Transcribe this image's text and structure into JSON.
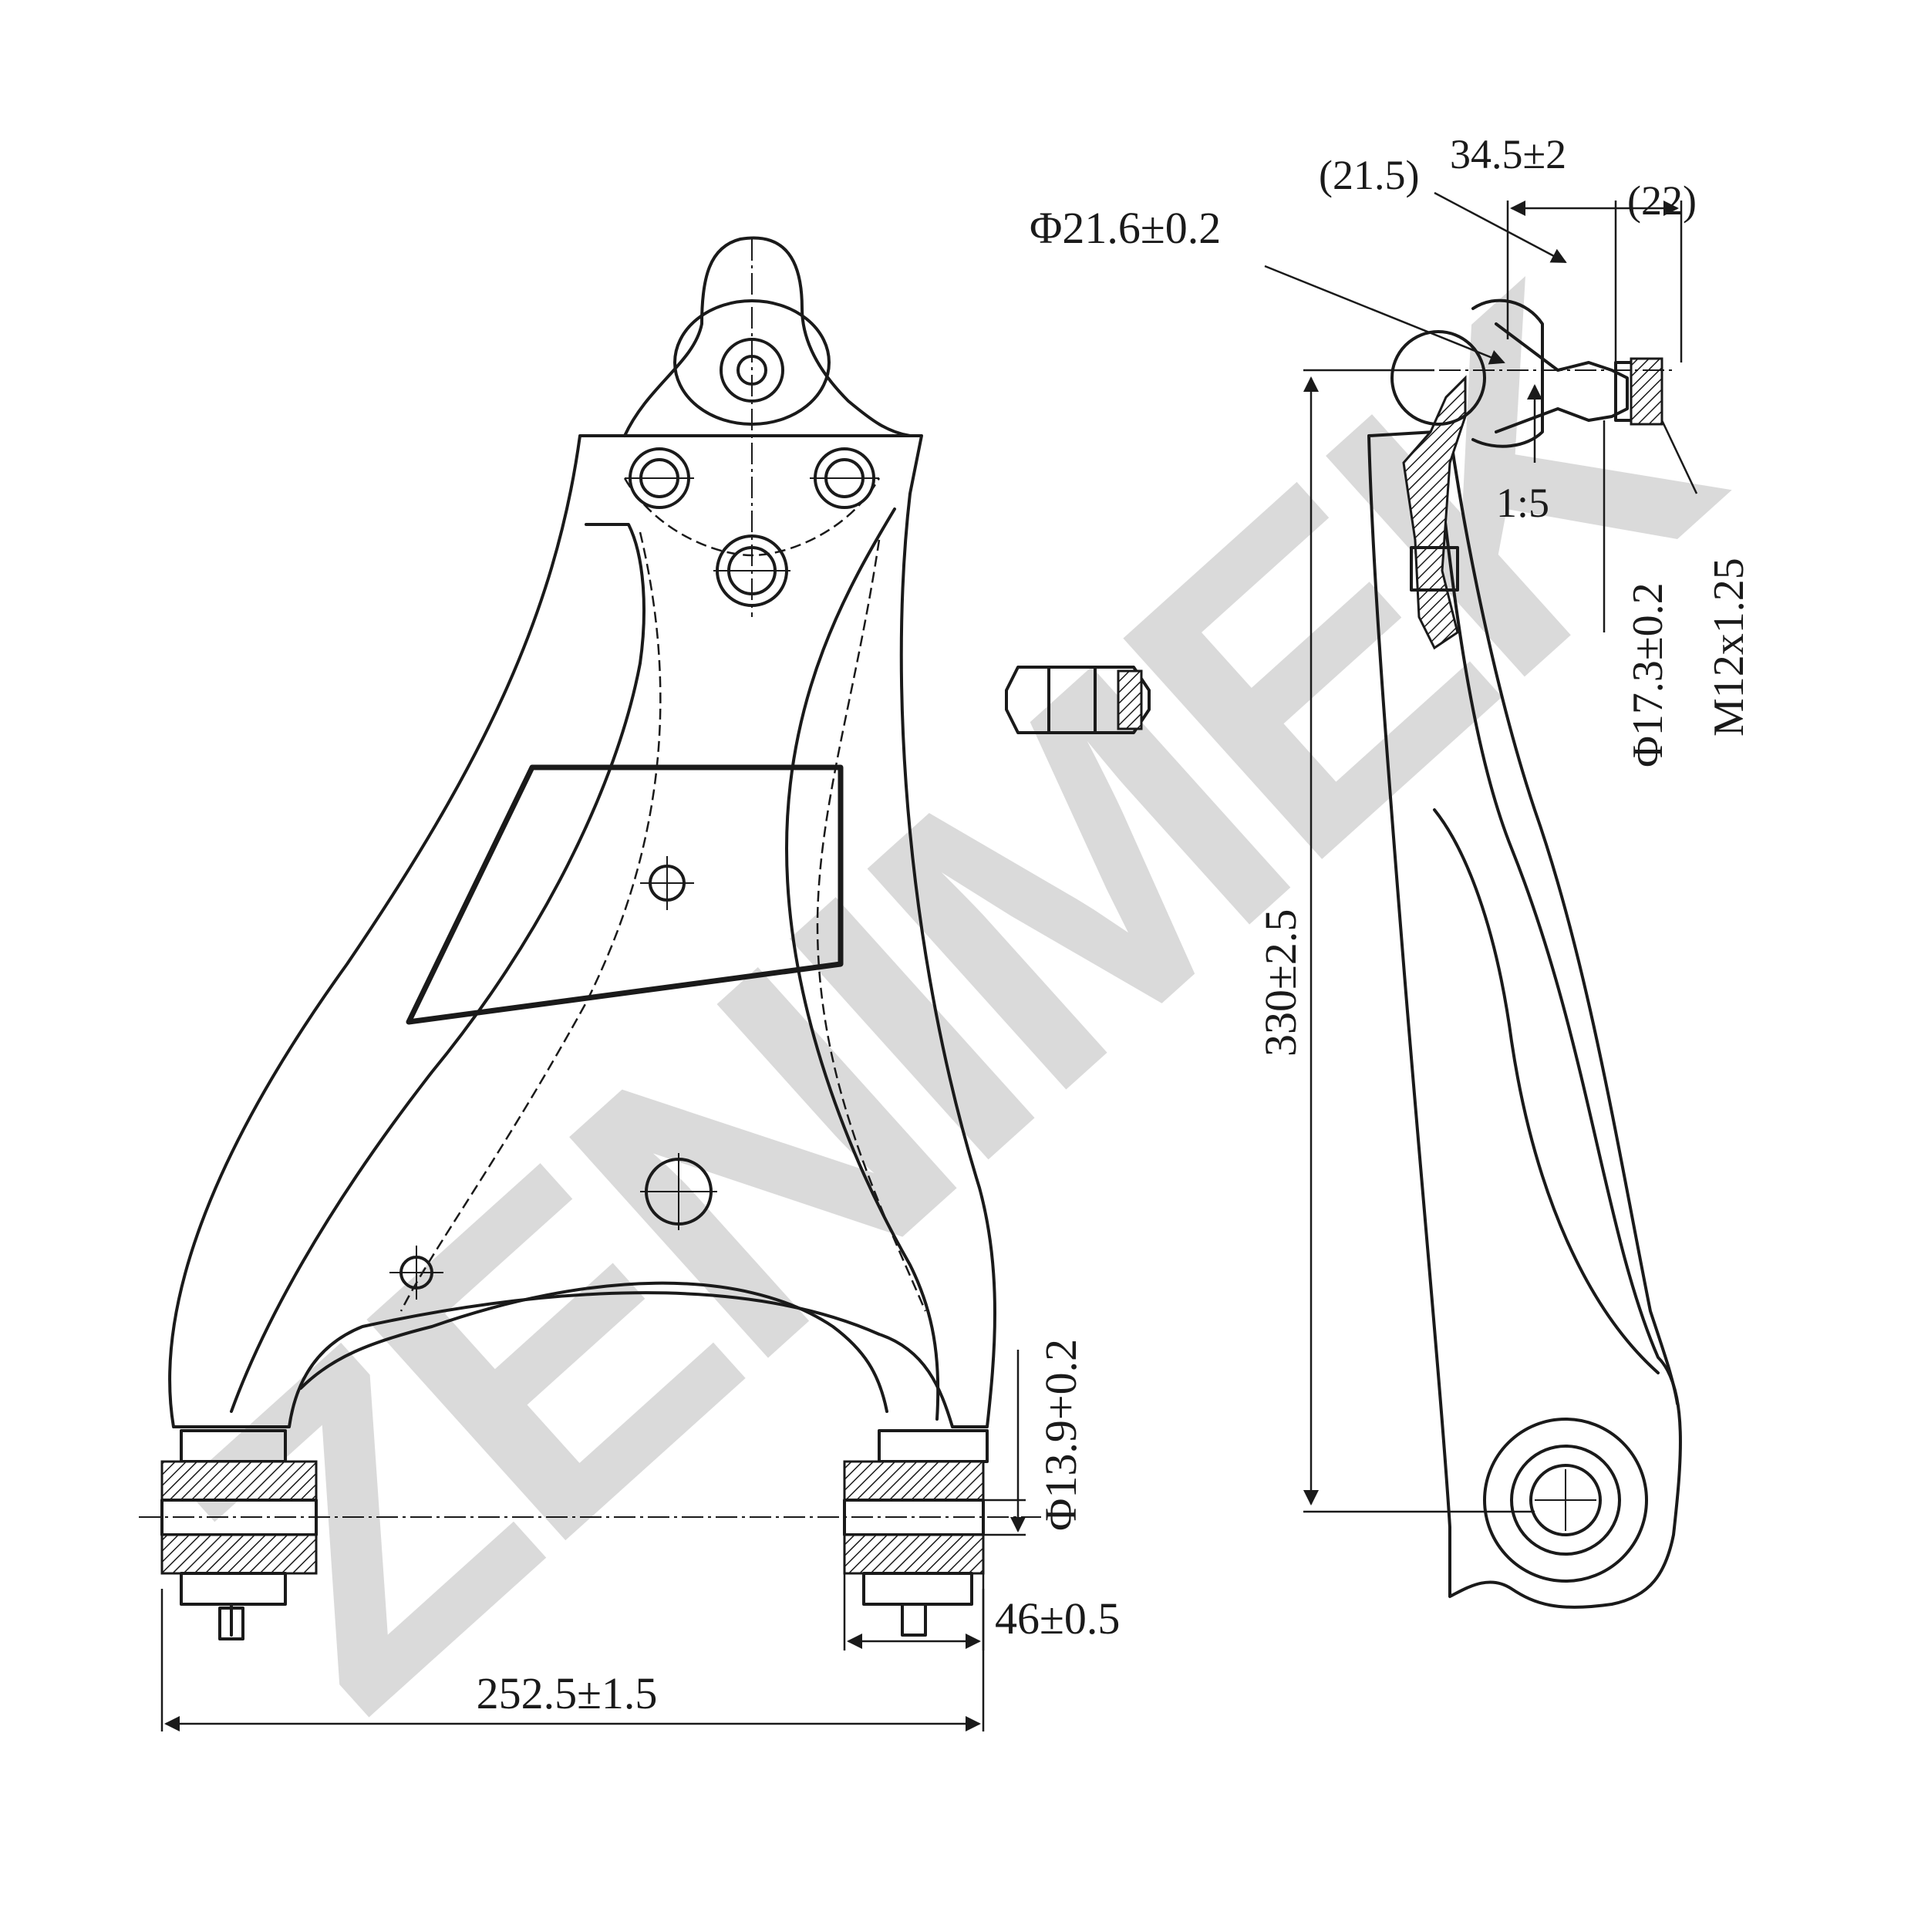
{
  "watermark": {
    "text": "ZENIMEK"
  },
  "dimensions": {
    "width_overall": "252.5±1.5",
    "bushing_width": "46±0.5",
    "bushing_bore": "Φ13.9+0.2",
    "height": "330±2.5",
    "ball_stud_diameter": "Φ21.6±0.2",
    "stud_length": "34.5±2",
    "offset_left": "(21.5)",
    "offset_right": "(22)",
    "taper": "1:5",
    "pin_diameter": "Φ17.3±0.2",
    "thread": "M12x1.25"
  }
}
